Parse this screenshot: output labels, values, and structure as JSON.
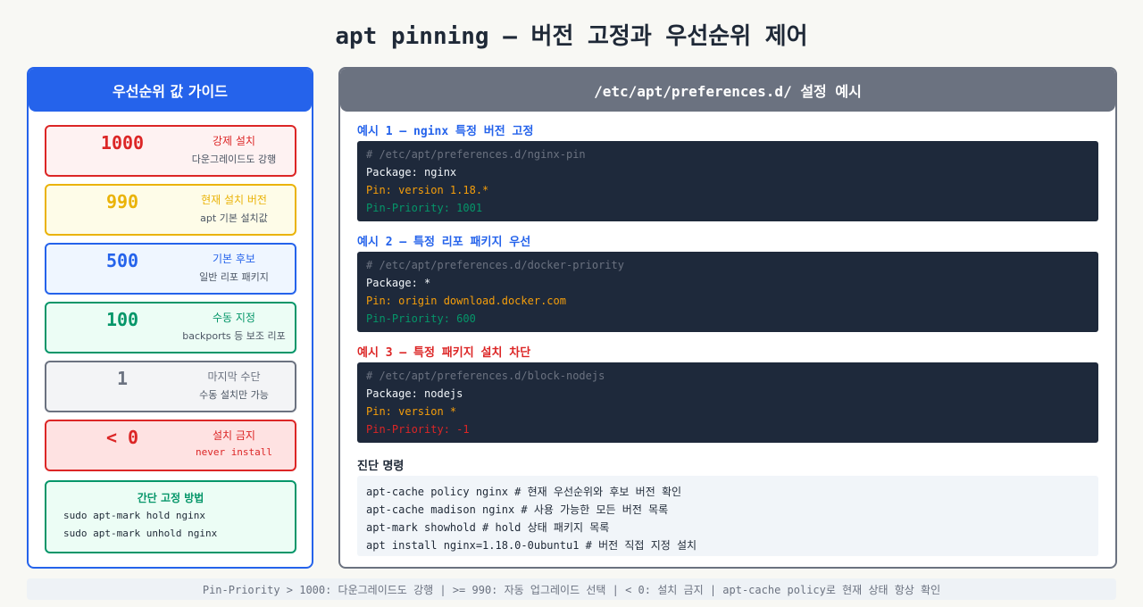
{
  "title": "apt pinning — 버전 고정과 우선순위 제어",
  "left": {
    "header": "우선순위 값 가이드",
    "cards": [
      {
        "value": "1000",
        "label": "강제 설치",
        "desc": "다운그레이드도 강행",
        "color": "#dc2626",
        "bg": "#fef2f2"
      },
      {
        "value": "990",
        "label": "현재 설치 버전",
        "desc": "apt 기본 설치값",
        "color": "#eab308",
        "bg": "#fefce8"
      },
      {
        "value": "500",
        "label": "기본 후보",
        "desc": "일반 리포 패키지",
        "color": "#2563eb",
        "bg": "#eff6ff"
      },
      {
        "value": "100",
        "label": "수동 지정",
        "desc": "backports 등 보조 리포",
        "color": "#059669",
        "bg": "#ecfdf5"
      },
      {
        "value": "1",
        "label": "마지막 수단",
        "desc": "수동 설치만 가능",
        "color": "#6b7280",
        "bg": "#f3f4f6"
      },
      {
        "value": "< 0",
        "label": "설치 금지",
        "desc": "never install",
        "color": "#dc2626",
        "bg": "#fee2e2"
      }
    ],
    "quick": {
      "title": "간단 고정 방법",
      "cmds": [
        "sudo apt-mark hold nginx",
        "sudo apt-mark unhold nginx"
      ]
    }
  },
  "right": {
    "header": "/etc/apt/preferences.d/ 설정 예시",
    "examples": [
      {
        "title": "예시 1 — nginx 특정 버전 고정",
        "title_color": "#2563eb",
        "comment": "# /etc/apt/preferences.d/nginx-pin",
        "package": "Package: nginx",
        "pin": "Pin: version 1.18.*",
        "priority": "Pin-Priority: 1001"
      },
      {
        "title": "예시 2 — 특정 리포 패키지 우선",
        "title_color": "#2563eb",
        "comment": "# /etc/apt/preferences.d/docker-priority",
        "package": "Package: *",
        "pin": "Pin: origin download.docker.com",
        "priority": "Pin-Priority: 600"
      },
      {
        "title": "예시 3 — 특정 패키지 설치 차단",
        "title_color": "#dc2626",
        "comment": "# /etc/apt/preferences.d/block-nodejs",
        "package": "Package: nodejs",
        "pin": "Pin: version *",
        "priority": "Pin-Priority: -1"
      }
    ],
    "diag": {
      "title": "진단 명령",
      "lines": [
        "apt-cache policy nginx # 현재 우선순위와 후보 버전 확인",
        "apt-cache madison nginx # 사용 가능한 모든 버전 목록",
        "apt-mark showhold # hold 상태 패키지 목록",
        "apt install nginx=1.18.0-0ubuntu1 # 버전 직접 지정 설치"
      ]
    }
  },
  "footer": "Pin-Priority > 1000: 다운그레이드도 강행 | >= 990: 자동 업그레이드 선택 | < 0: 설치 금지 | apt-cache policy로 현재 상태 항상 확인"
}
